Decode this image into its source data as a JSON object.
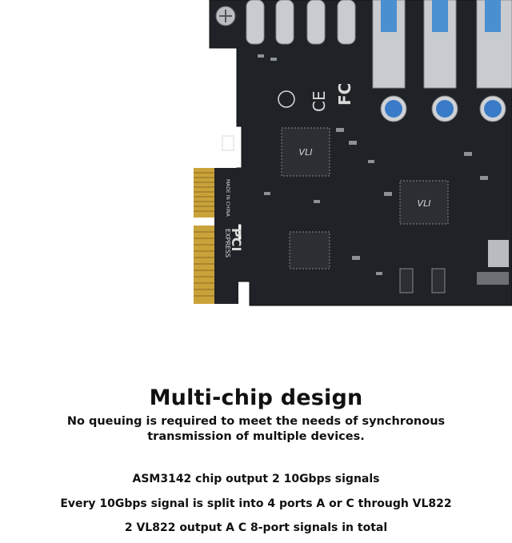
{
  "board": {
    "pcb_color": "#1f2226",
    "gold_color": "#c9a23a",
    "silk_color": "#d9d9d9",
    "marks": {
      "fc": "FC",
      "ce": "CE",
      "chip_brand": "VLI",
      "pci": "PCI",
      "express": "EXPRESS",
      "made_in": "MADE IN CHINA"
    }
  },
  "content": {
    "heading": "Multi-chip design",
    "subtitle_line1": "No queuing is required to meet the needs of synchronous",
    "subtitle_line2": "transmission of multiple devices.",
    "spec_lines": [
      "ASM3142 chip output 2 10Gbps signals",
      "Every 10Gbps signal is split into 4 ports A or C through VL822",
      "2 VL822 output A C 8-port signals in total"
    ]
  }
}
